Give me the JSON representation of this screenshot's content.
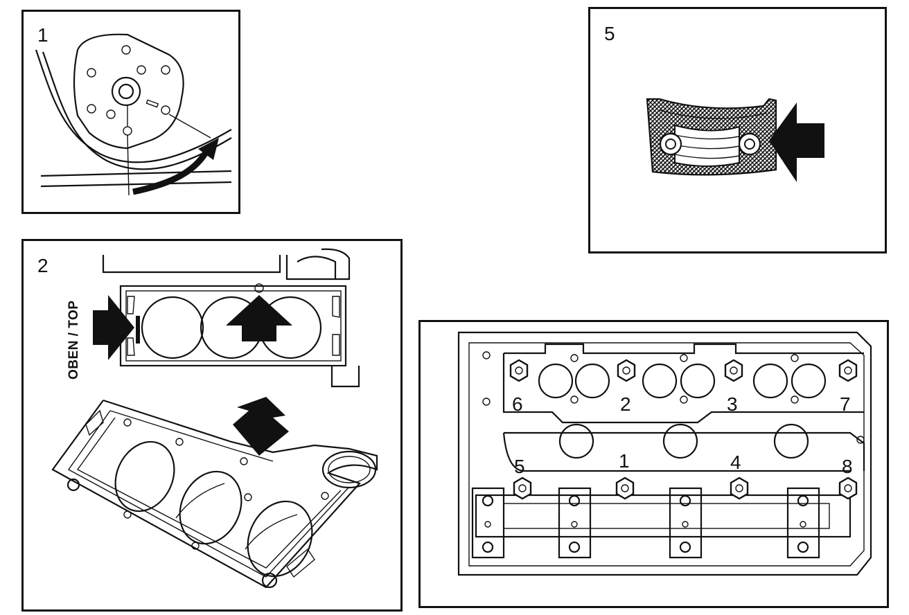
{
  "panels": {
    "p1": {
      "number": "1"
    },
    "p2": {
      "number": "2",
      "label": "OBEN / TOP"
    },
    "p5": {
      "number": "5"
    },
    "p4": {
      "bolt_numbers": [
        "6",
        "2",
        "3",
        "7",
        "5",
        "1",
        "4",
        "8"
      ]
    }
  },
  "colors": {
    "line": "#111111",
    "background": "#ffffff"
  }
}
